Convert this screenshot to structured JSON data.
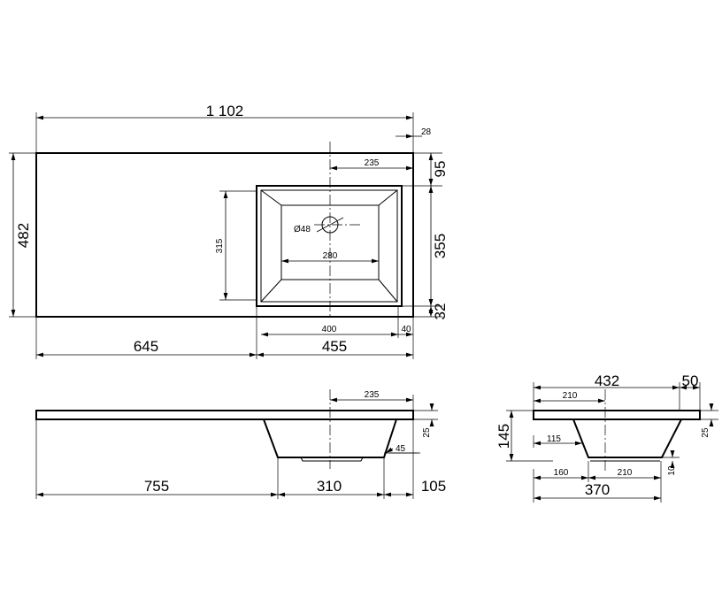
{
  "top_view": {
    "overall_length": "1 102",
    "overall_depth": "482",
    "edge_offset": "28",
    "hole_offset": "235",
    "rear_margin": "95",
    "bowl_depth": "355",
    "front_margin": "32",
    "inner_bowl_depth": "315",
    "drain_diameter": "Ø48",
    "inner_bowl_width": "280",
    "bowl_width": "400",
    "right_margin": "40",
    "left_length": "645",
    "right_length": "455"
  },
  "front_view": {
    "hole_offset": "235",
    "slab_thickness": "25",
    "drain_size": "45",
    "left_length": "755",
    "bowl_length": "310",
    "right_length": "105"
  },
  "side_view": {
    "depth": "432",
    "front_edge": "50",
    "hole_offset": "210",
    "total_height": "145",
    "slab_thickness": "25",
    "inner_offset": "115",
    "bottom_offset": "160",
    "bottom_width": "210",
    "bottom_gap": "10",
    "overall_bottom": "370"
  }
}
